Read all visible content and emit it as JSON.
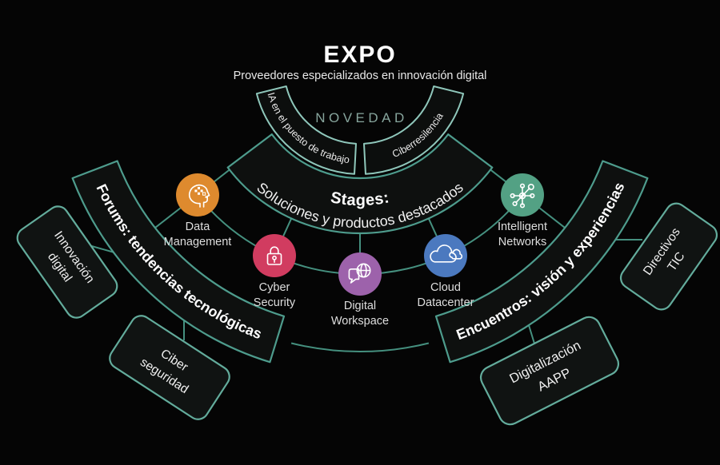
{
  "header": {
    "title": "EXPO",
    "subtitle": "Proveedores especializados en innovación digital"
  },
  "novedad": {
    "label": "NOVEDAD",
    "pills": [
      {
        "label": "IA en el puesto de trabajo"
      },
      {
        "label": "Ciberresilencia"
      }
    ]
  },
  "stages": {
    "title": "Stages:",
    "subtitle": "Soluciones y productos destacados",
    "items": [
      {
        "name": "Data Management",
        "line1": "Data",
        "line2": "Management",
        "color": "#DE8A2E",
        "icon": "head-pixels-icon"
      },
      {
        "name": "Cyber Security",
        "line1": "Cyber",
        "line2": "Security",
        "color": "#D13C60",
        "icon": "padlock-icon"
      },
      {
        "name": "Digital Workspace",
        "line1": "Digital",
        "line2": "Workspace",
        "color": "#9D62AB",
        "icon": "chat-globe-icon"
      },
      {
        "name": "Cloud Datacenter",
        "line1": "Cloud",
        "line2": "Datacenter",
        "color": "#4B79BF",
        "icon": "clouds-icon"
      },
      {
        "name": "Intelligent Networks",
        "line1": "Intelligent",
        "line2": "Networks",
        "color": "#53A184",
        "icon": "network-nodes-icon"
      }
    ]
  },
  "forums": {
    "title": "Forums: tendencias tecnológicas",
    "pills": [
      {
        "line1": "Innovación",
        "line2": "digital"
      },
      {
        "line1": "Ciber",
        "line2": "seguridad"
      }
    ]
  },
  "encuentros": {
    "title": "Encuentros: visión y experiencias",
    "pills": [
      {
        "line1": "Directivos",
        "line2": "TIC"
      },
      {
        "line1": "Digitalización",
        "line2": "AAPP"
      }
    ]
  },
  "colors": {
    "background": "#050505",
    "teal_band": "#4E9C8D",
    "teal_light": "#8FC7BB",
    "teal_wire": "#45907F",
    "novedad_text": "#87A59D"
  }
}
